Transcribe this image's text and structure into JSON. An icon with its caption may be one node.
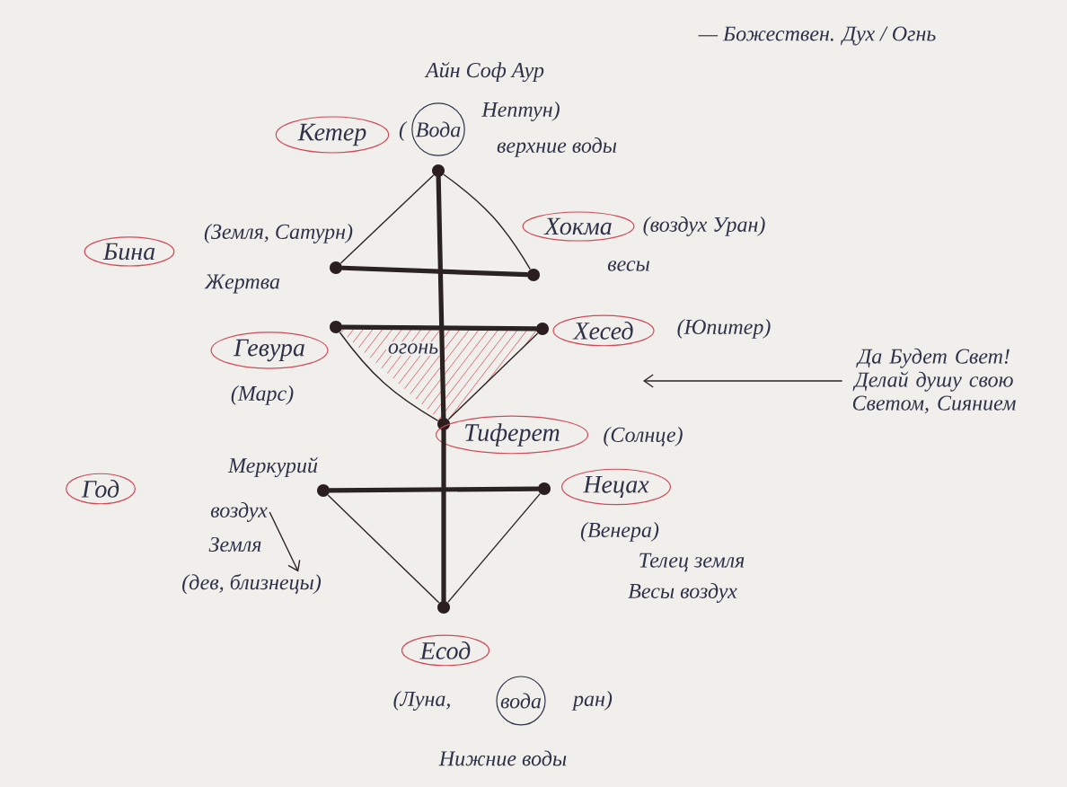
{
  "diagram": {
    "nodes": [
      {
        "text": [
          "Кетер"
        ]
      },
      {
        "text": [
          "Вода"
        ],
        "beside": [
          "Нептун)",
          "верхние воды"
        ]
      },
      {
        "text": [],
        "shape": "circle"
      },
      {
        "text": [
          "Бина"
        ],
        "beside": [
          "(Земля, Сатурн)",
          "Жертва"
        ]
      },
      {
        "text": [
          "Хокма"
        ],
        "beside": [
          "(воздух Уран)",
          "весы"
        ]
      },
      {
        "text": [],
        "shape": "circle"
      },
      {
        "text": [],
        "shape": "circle"
      },
      {
        "text": [
          "Гевура"
        ],
        "beside": [
          "(Марс)"
        ]
      },
      {
        "text": [],
        "shape": "circle"
      },
      {
        "text": [],
        "shape": "circle"
      },
      {
        "text": [
          "Хесед"
        ],
        "beside": [
          "(Юпитер)"
        ]
      },
      {
        "text": [
          "Да Будет Свет! Делай душу свою Светом, Сиянием"
        ]
      },
      {
        "text": [],
        "shape": "circle"
      },
      {
        "text": [
          "Тиферет"
        ],
        "beside": [
          "(Солнце)"
        ]
      },
      {
        "text": [
          "Год"
        ]
      },
      {
        "text": [
          "воздух"
        ]
      },
      {
        "text": [],
        "shape": "circle"
      },
      {
        "text": [],
        "shape": "circle"
      },
      {
        "text": [
          "Нецах"
        ],
        "beside": [
          "(Венера)",
          "Телец земля",
          "Весы воздух"
        ]
      },
      {
        "text": [
          "(дев, близнецы)"
        ]
      },
      {
        "text": [],
        "shape": "circle"
      },
      {
        "text": [
          "Есод"
        ]
      },
      {
        "text": [
          "вода"
        ]
      }
    ],
    "edges": [
      {
        "from": 2,
        "to": 5,
        "arrow": "none"
      },
      {
        "from": 2,
        "to": 6,
        "arrow": "none"
      },
      {
        "from": 5,
        "to": 6,
        "arrow": "none",
        "style": "thick"
      },
      {
        "from": 2,
        "to": 12,
        "arrow": "none",
        "style": "thick"
      },
      {
        "from": 8,
        "to": 9,
        "arrow": "none",
        "style": "thick"
      },
      {
        "from": 8,
        "to": 12,
        "arrow": "none"
      },
      {
        "from": 9,
        "to": 12,
        "arrow": "none"
      },
      {
        "from": 11,
        "to": null,
        "arrow": "to"
      },
      {
        "from": 16,
        "to": 17,
        "arrow": "none",
        "style": "thick"
      },
      {
        "from": 12,
        "to": 20,
        "arrow": "none",
        "style": "thick"
      },
      {
        "from": 16,
        "to": 20,
        "arrow": "none"
      },
      {
        "from": 17,
        "to": 20,
        "arrow": "none"
      },
      {
        "from": 15,
        "to": 19,
        "arrow": "to"
      }
    ],
    "labels": [
      "Айн Соф Аур",
      "— Божествен. Дух / Огнь",
      "(",
      "огонь",
      "Меркурий",
      "Земля",
      "(Луна,",
      "ран)",
      "Нижние воды"
    ]
  }
}
